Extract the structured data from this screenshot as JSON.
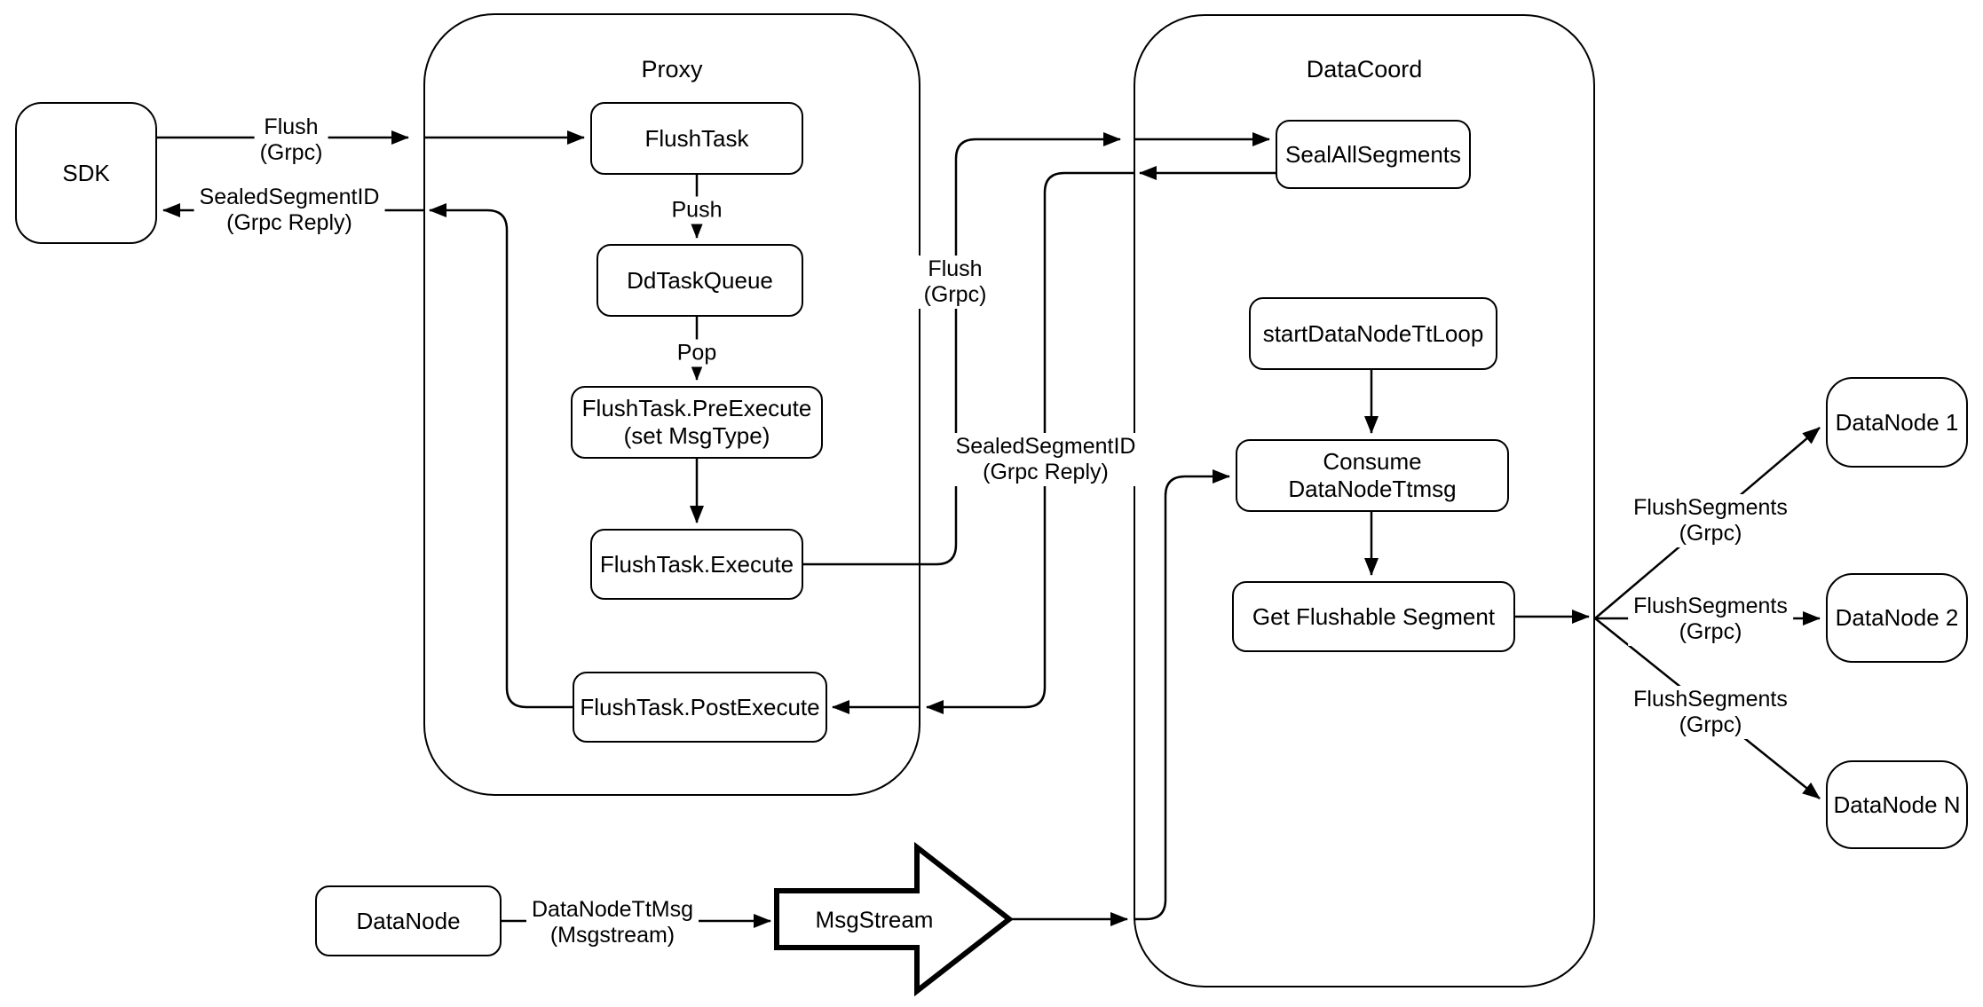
{
  "containers": {
    "proxy": {
      "label": "Proxy"
    },
    "datacoord": {
      "label": "DataCoord"
    }
  },
  "nodes": {
    "sdk": {
      "label": "SDK"
    },
    "flush_task": {
      "label": "FlushTask"
    },
    "dd_task_queue": {
      "label": "DdTaskQueue"
    },
    "pre_execute": {
      "line1": "FlushTask.PreExecute",
      "line2": "(set MsgType)"
    },
    "execute": {
      "label": "FlushTask.Execute"
    },
    "post_execute": {
      "label": "FlushTask.PostExecute"
    },
    "seal_all_segments": {
      "label": "SealAllSegments"
    },
    "start_datanode_tt_loop": {
      "label": "startDataNodeTtLoop"
    },
    "consume_datanode_ttmsg": {
      "label": "Consume DataNodeTtmsg"
    },
    "get_flushable_segment": {
      "label": "Get Flushable Segment"
    },
    "datanode_1": {
      "label": "DataNode 1"
    },
    "datanode_2": {
      "label": "DataNode 2"
    },
    "datanode_n": {
      "label": "DataNode N"
    },
    "datanode_source": {
      "label": "DataNode"
    },
    "msgstream": {
      "label": "MsgStream"
    }
  },
  "edge_labels": {
    "sdk_flush": {
      "line1": "Flush",
      "line2": "(Grpc)"
    },
    "sdk_reply": {
      "line1": "SealedSegmentID",
      "line2": "(Grpc Reply)"
    },
    "push": {
      "label": "Push"
    },
    "pop": {
      "label": "Pop"
    },
    "proxy_flush": {
      "line1": "Flush",
      "line2": "(Grpc)"
    },
    "proxy_reply": {
      "line1": "SealedSegmentID",
      "line2": "(Grpc Reply)"
    },
    "flush_segments_1": {
      "line1": "FlushSegments",
      "line2": "(Grpc)"
    },
    "flush_segments_2": {
      "line1": "FlushSegments",
      "line2": "(Grpc)"
    },
    "flush_segments_3": {
      "line1": "FlushSegments",
      "line2": "(Grpc)"
    },
    "datanode_ttmsg": {
      "line1": "DataNodeTtMsg",
      "line2": "(Msgstream)"
    }
  }
}
